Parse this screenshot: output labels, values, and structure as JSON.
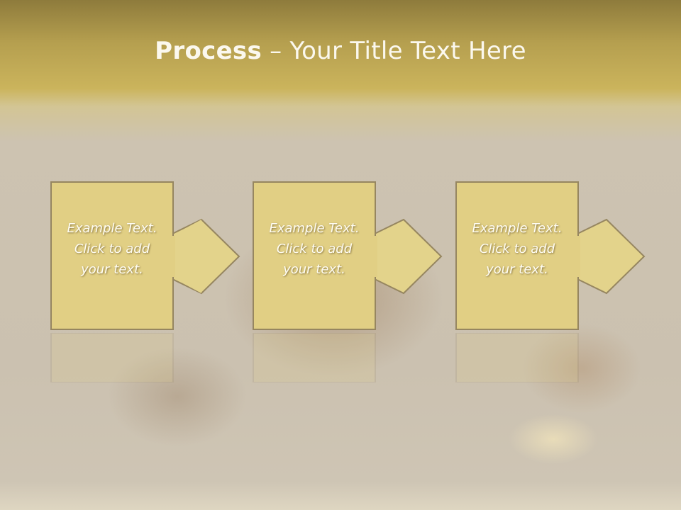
{
  "slide": {
    "title_bold": "Process",
    "title_rest": " – Your Title Text Here"
  },
  "steps": [
    {
      "line1": "Example Text.",
      "line2": "Click  to add",
      "line3": "your text."
    },
    {
      "line1": "Example Text.",
      "line2": "Click  to add",
      "line3": "your text."
    },
    {
      "line1": "Example Text.",
      "line2": "Click  to add",
      "line3": "your text."
    }
  ],
  "colors": {
    "box_fill": "#e1cf84",
    "box_stroke": "#968660",
    "arrow_fill": "#e3d38b",
    "title_text": "#fbf8ee",
    "header_band": "#cbb45c"
  }
}
